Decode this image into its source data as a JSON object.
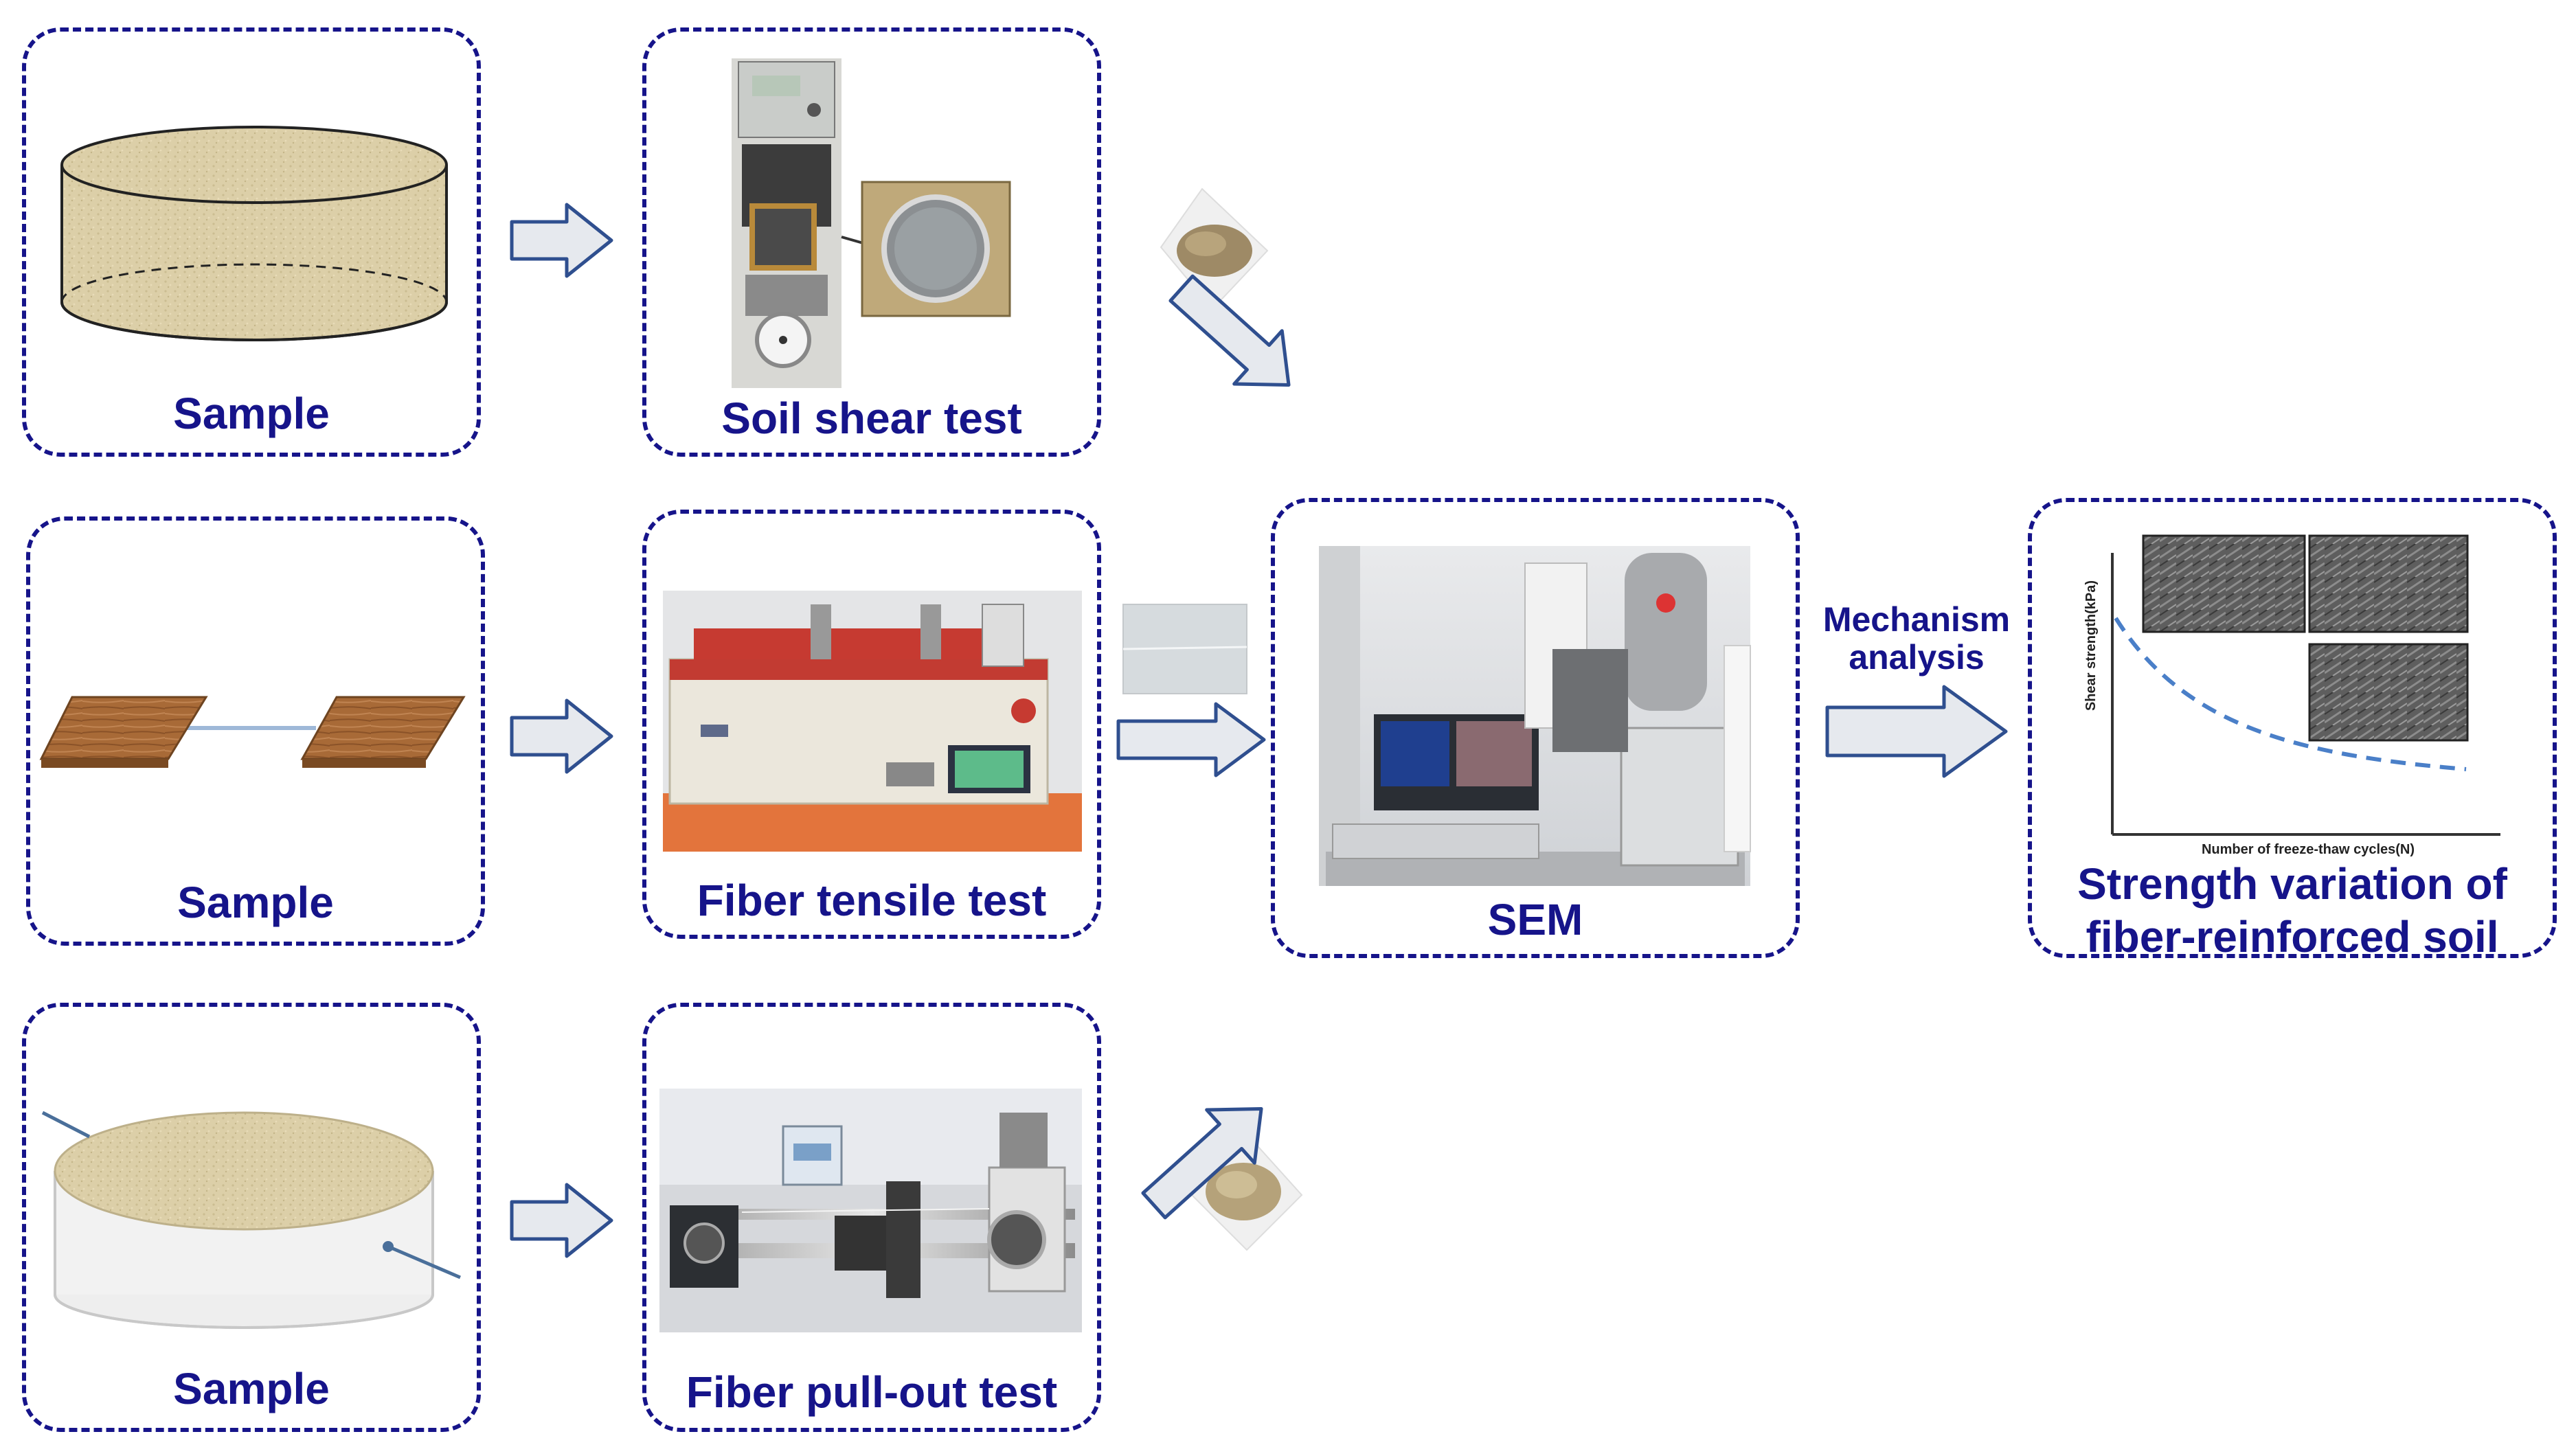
{
  "boxes": {
    "sample_1": "Sample",
    "sample_2": "Sample",
    "sample_3": "Sample",
    "soil_shear": "Soil shear test",
    "fiber_tensile": "Fiber tensile test",
    "fiber_pullout": "Fiber pull-out test",
    "sem": "SEM",
    "result_line1": "Strength variation of",
    "result_line2": "fiber-reinforced soil"
  },
  "mechanism": {
    "line1": "Mechanism",
    "line2": "analysis"
  },
  "result_chart": {
    "ylabel": "Shear strength(kPa)",
    "xlabel": "Number of freeze-thaw cycles(N)"
  },
  "colors": {
    "border": "#16148a",
    "arrow_fill": "#e6e9ee",
    "arrow_stroke": "#2f4f8f",
    "soil": "#dccfa8",
    "wood": "#a86a37",
    "curve": "#4a7fc8"
  }
}
